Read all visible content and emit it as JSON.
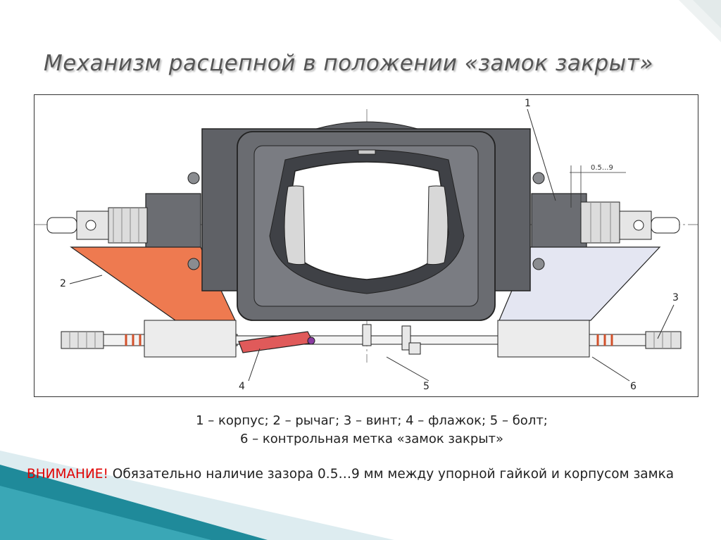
{
  "slide": {
    "title": "Механизм расцепной в положении «замок закрыт»",
    "caption_line1": "1 – корпус; 2 – рычаг; 3 – винт; 4 – флажок; 5 – болт;",
    "caption_line2": "6 – контрольная метка «замок закрыт»",
    "warning_label": "ВНИМАНИЕ!",
    "warning_text": " Обязательно наличие зазора 0.5…9 мм между упорной гайкой и корпусом замка"
  },
  "drawing": {
    "callouts": [
      "1",
      "2",
      "3",
      "4",
      "5",
      "6"
    ],
    "gap_dimension": "0.5...9"
  },
  "colors": {
    "lever_left": "#ee7a50",
    "lever_right": "#e4e6f2",
    "flag": "#e05a5a",
    "body_dark": "#5f6166",
    "warning": "#e00000",
    "accent_teal": "#1f8a9a"
  }
}
